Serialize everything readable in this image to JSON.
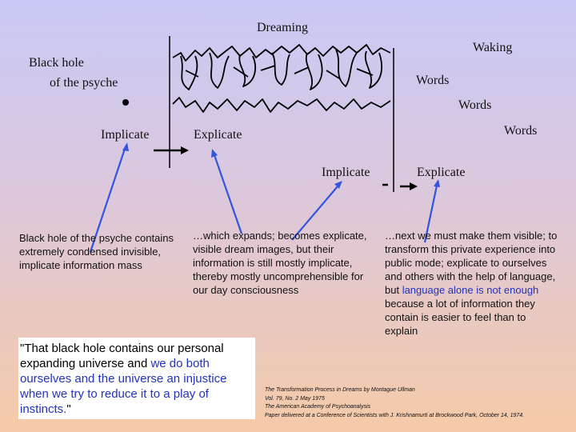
{
  "labels": {
    "dreaming": "Dreaming",
    "waking": "Waking",
    "black_hole_line1": "Black hole",
    "black_hole_line2": "of the psyche",
    "words_1": "Words",
    "words_2": "Words",
    "words_3": "Words",
    "implicate_left": "Implicate",
    "explicate_left": "Explicate",
    "implicate_right": "Implicate",
    "explicate_right": "Explicate"
  },
  "captions": {
    "black_hole": "Black hole of the psyche contains extremely condensed invisible, implicate information mass",
    "expands": "…which expands; becomes explicate, visible dream images, but their information is still mostly implicate, thereby mostly uncomprehensible for our day consciousness",
    "next_part1": "…next we must make them visible; to transform this private experience into public mode; explicate to ourselves and others with the help of language, but ",
    "next_highlight": "language alone is not enough",
    "next_part2": " because a lot of information they contain is easier to feel than to explain"
  },
  "quote": {
    "part1": "\"That black hole contains our personal expanding universe and ",
    "highlight": "we do both ourselves and the universe an injustice when we try to reduce it to a play of instincts.",
    "part2": "\""
  },
  "citation": {
    "line1": "The Transformation Process in Dreams by Montague Ullman",
    "line2": "Vol. 79, No. 2 May 1975",
    "line3": "The American Academy of Psychoanalysis",
    "line4": "Paper delivered at a Conference of Scientists with J. Krishnamurti at Brockwood Park, October 14, 1974."
  },
  "colors": {
    "arrow": "#3355dd",
    "highlight_text": "#2233bb",
    "background_top": "#c9c9f6",
    "background_bottom": "#f5caa8"
  }
}
